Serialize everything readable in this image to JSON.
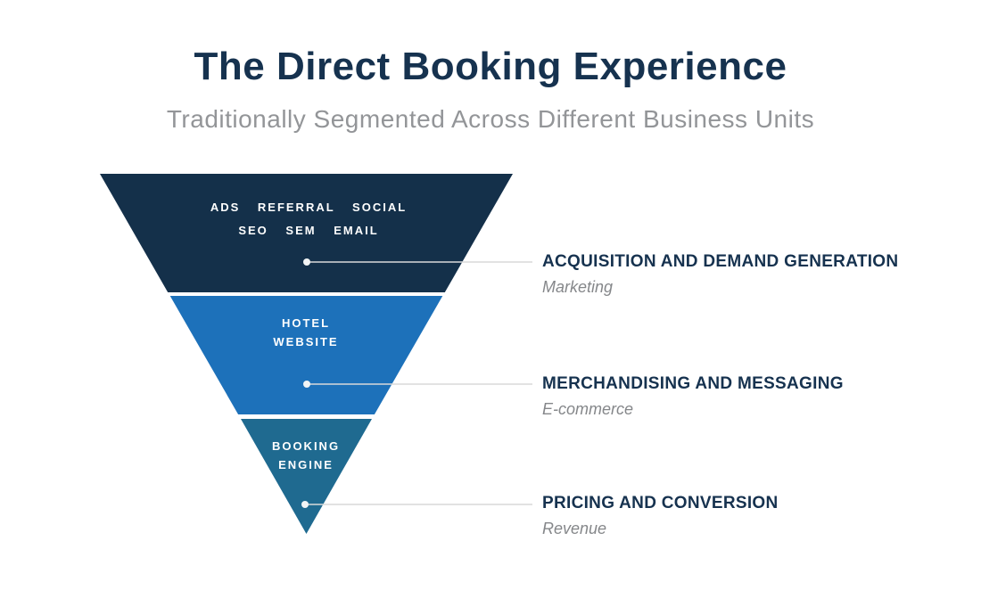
{
  "page": {
    "title": "The Direct Booking Experience",
    "subtitle": "Traditionally Segmented Across Different Business Units"
  },
  "colors": {
    "title_navy": "#16324f",
    "subtitle_gray": "#939598",
    "funnel_text_white": "#ffffff",
    "leader_line": "#d9d9d9",
    "leader_dot": "#f2f4f5"
  },
  "funnel": {
    "segments": [
      {
        "id": "acquisition",
        "color": "#14304a",
        "inner_row1": "ADS REFERRAL SOCIAL",
        "inner_row2": "SEO SEM EMAIL",
        "callout_heading": "ACQUISITION AND DEMAND GENERATION",
        "callout_sub": "Marketing"
      },
      {
        "id": "merchandising",
        "color": "#1d71ba",
        "inner_row1": "HOTEL",
        "inner_row2": "WEBSITE",
        "callout_heading": "MERCHANDISING AND MESSAGING",
        "callout_sub": "E-commerce"
      },
      {
        "id": "booking",
        "color": "#1f6a90",
        "inner_row1": "BOOKING",
        "inner_row2": "ENGINE",
        "callout_heading": "PRICING AND CONVERSION",
        "callout_sub": "Revenue"
      }
    ]
  }
}
